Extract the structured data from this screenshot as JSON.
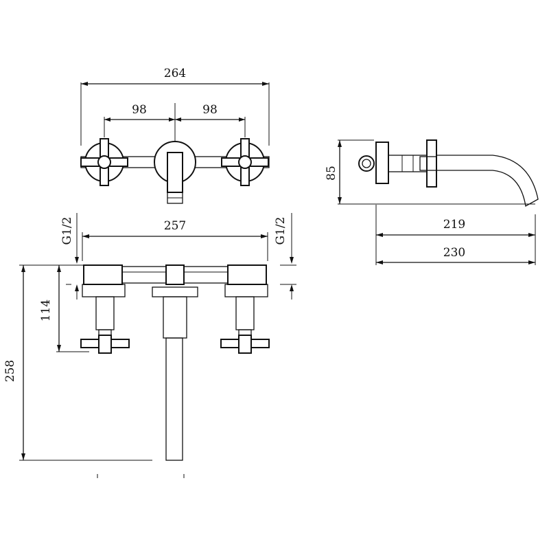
{
  "dimensions": {
    "top_width": "264",
    "left_spacing": "98",
    "right_spacing": "98",
    "side_height": "85",
    "spout_reach": "219",
    "total_depth": "230",
    "base_width": "257",
    "thread_left": "G1/2",
    "thread_right": "G1/2",
    "valve_height": "114",
    "total_height": "258"
  }
}
